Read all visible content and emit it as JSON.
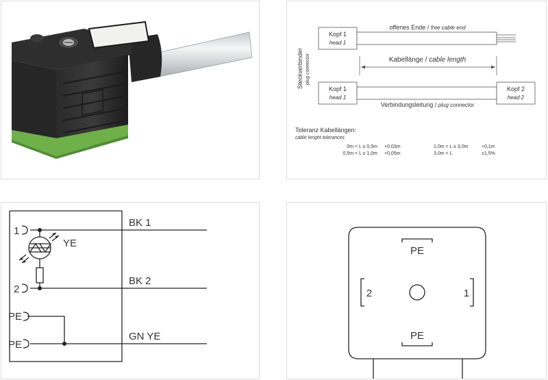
{
  "panel_product": {
    "image": "connector-photo"
  },
  "panel_dimensions": {
    "head1_a_de": "Kopf 1",
    "head1_a_en": "head 1",
    "free_end_de": "offenes Ende /",
    "free_end_en": "free cable end",
    "side_de": "Steckverbinder",
    "side_en": "plug connector",
    "cable_length_de": "Kabellänge /",
    "cable_length_en": "cable length",
    "head1_b_de": "Kopf 1",
    "head1_b_en": "head 1",
    "head2_de": "Kopf 2",
    "head2_en": "head 2",
    "plug_cable_de": "Verbindungsleitung /",
    "plug_cable_en": "plug connector",
    "tol_title_de": "Toleranz Kabellängen:",
    "tol_title_en": "cable lenght tolerances",
    "tolerances": [
      {
        "range": "0m < L ≤ 0,5m",
        "tol": "+0,03m",
        "range2": "1,0m < L ≤ 3,0m",
        "tol2": "+0,1m"
      },
      {
        "range": "0,5m < L ≤ 1,0m",
        "tol": "+0,05m",
        "range2": "3,0m < L",
        "tol2": "±1,5%"
      }
    ]
  },
  "panel_wiring": {
    "pin1": "1",
    "pin2": "2",
    "ye": "YE",
    "pe1": "PE",
    "pe2": "PE",
    "bk1": "BK 1",
    "bk2": "BK 2",
    "gnye": "GN YE"
  },
  "panel_pinout": {
    "pe_top": "PE",
    "pe_bottom": "PE",
    "pin2": "2",
    "pin1": "1"
  }
}
